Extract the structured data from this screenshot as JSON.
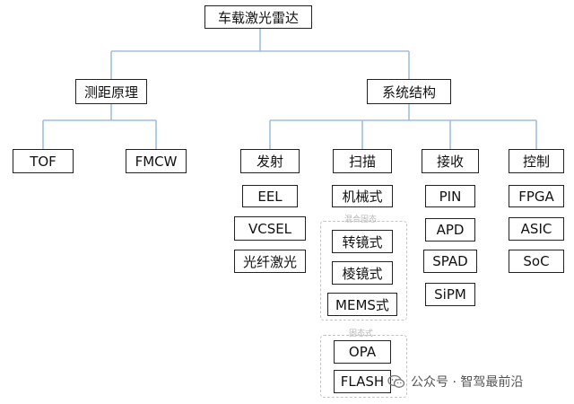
{
  "nodes": {
    "root": "车载激光雷达",
    "principle": "测距原理",
    "system": "系统结构",
    "tof": "TOF",
    "fmcw": "FMCW",
    "emit": "发射",
    "scan": "扫描",
    "receive": "接收",
    "control": "控制",
    "eel": "EEL",
    "vcsel": "VCSEL",
    "fiber": "光纤激光",
    "mechanical": "机械式",
    "rotating_mirror": "转镜式",
    "prism_mirror": "棱镜式",
    "mems": "MEMS式",
    "opa": "OPA",
    "flash": "FLASH",
    "pin": "PIN",
    "apd": "APD",
    "spad": "SPAD",
    "sipm": "SiPM",
    "fpga": "FPGA",
    "asic": "ASIC",
    "soc": "SoC"
  },
  "groups": {
    "hybrid": "混合固态",
    "solid": "固态式"
  },
  "watermark": {
    "source": "公众号 · 智驾最前沿",
    "icon": "wechat-icon"
  },
  "colors": {
    "connector": "#9dbfe0",
    "border": "#222222",
    "dashed": "#c4c4c4"
  }
}
